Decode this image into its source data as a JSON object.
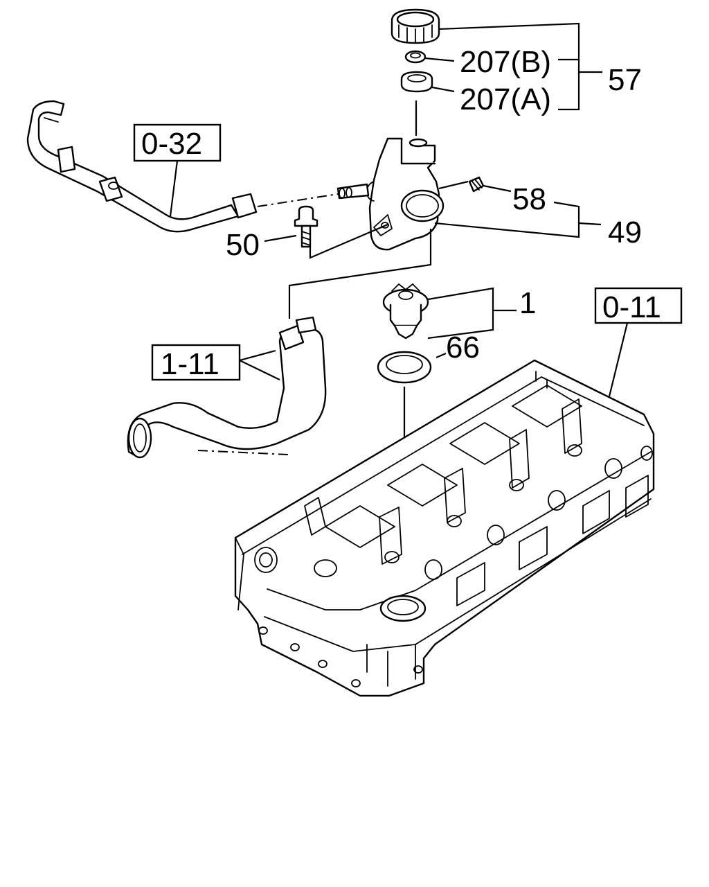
{
  "callouts": {
    "c1": "1",
    "c49": "49",
    "c50": "50",
    "c57": "57",
    "c58": "58",
    "c66": "66",
    "c207a": "207(A)",
    "c207b": "207(B)"
  },
  "references": {
    "ref_0_32": "0-32",
    "ref_1_11": "1-11",
    "ref_0_11": "0-11"
  }
}
